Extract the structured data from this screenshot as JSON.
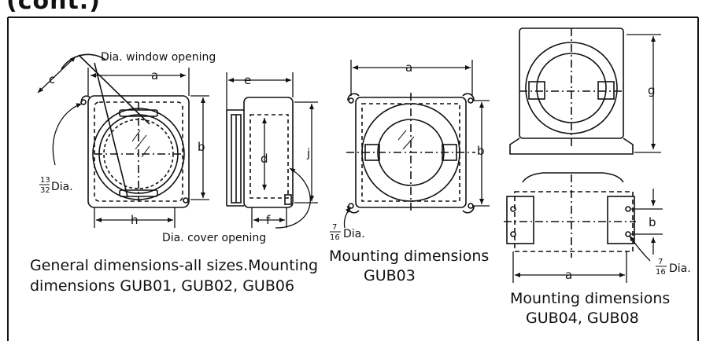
{
  "header_fragment": "(cont.)",
  "labels": {
    "window_opening": "Dia. window opening",
    "cover_opening": "Dia. cover opening",
    "dia_13_32_num": "13",
    "dia_13_32_den": "32",
    "dia_7_16_num": "7",
    "dia_7_16_den": "16",
    "dia_word": "Dia."
  },
  "dimensions": {
    "a": "a",
    "b": "b",
    "c": "c",
    "d": "d",
    "e": "e",
    "f": "f",
    "g": "g",
    "h": "h",
    "j": "j"
  },
  "captions": {
    "left_line1": "General dimensions-all sizes.Mounting",
    "left_line2": "dimensions GUB01, GUB02, GUB06",
    "middle_line1": "Mounting dimensions",
    "middle_line2": "GUB03",
    "right_line1": "Mounting dimensions",
    "right_line2": "GUB04, GUB08"
  },
  "colors": {
    "ink": "#111111",
    "paper": "#ffffff"
  }
}
